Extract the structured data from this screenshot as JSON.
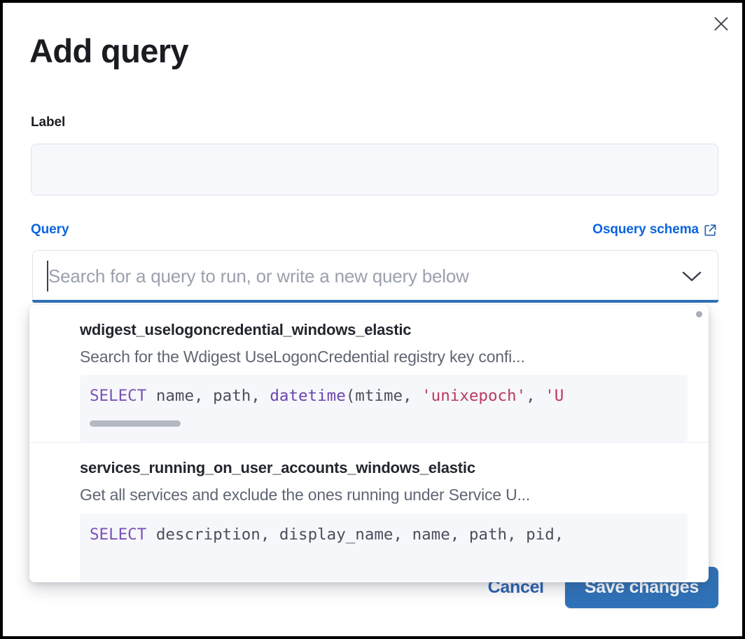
{
  "modal": {
    "title": "Add query",
    "close_icon": "close-icon"
  },
  "label_field": {
    "caption": "Label",
    "value": "",
    "placeholder": ""
  },
  "query_field": {
    "caption": "Query",
    "schema_link_text": "Osquery schema",
    "schema_link_icon": "external-link-icon",
    "combo_value": "",
    "combo_placeholder": "Search for a query to run, or write a new query below",
    "chevron_icon": "chevron-down-icon"
  },
  "dropdown": {
    "items": [
      {
        "title": "wdigest_uselogoncredential_windows_elastic",
        "description": "Search for the Wdigest UseLogonCredential registry key confi...",
        "code_segments": [
          {
            "text": "SELECT",
            "cls": "kw"
          },
          {
            "text": " name",
            "cls": "pn"
          },
          {
            "text": ", ",
            "cls": "pn"
          },
          {
            "text": "path",
            "cls": "pn"
          },
          {
            "text": ", ",
            "cls": "pn"
          },
          {
            "text": "datetime",
            "cls": "fn"
          },
          {
            "text": "(mtime, ",
            "cls": "pn"
          },
          {
            "text": "'unixepoch'",
            "cls": "str"
          },
          {
            "text": ", ",
            "cls": "pn"
          },
          {
            "text": "'U",
            "cls": "str"
          }
        ],
        "code_plain": "SELECT name, path, datetime(mtime, 'unixepoch', 'U"
      },
      {
        "title": "services_running_on_user_accounts_windows_elastic",
        "description": "Get all services and exclude the ones running under Service U...",
        "code_segments": [
          {
            "text": "SELECT",
            "cls": "kw"
          },
          {
            "text": " description, display_name, name, path, pid,",
            "cls": "pn"
          }
        ],
        "code_plain": "SELECT description, display_name, name, path, pid,"
      }
    ]
  },
  "footer": {
    "cancel_label": "Cancel",
    "save_label": "Save changes"
  },
  "colors": {
    "accent_blue": "#0b64dd",
    "primary_button": "#2f72b8",
    "focus_underline": "#2f6fb8",
    "keyword": "#7b52b3",
    "string": "#bb3a5d"
  }
}
